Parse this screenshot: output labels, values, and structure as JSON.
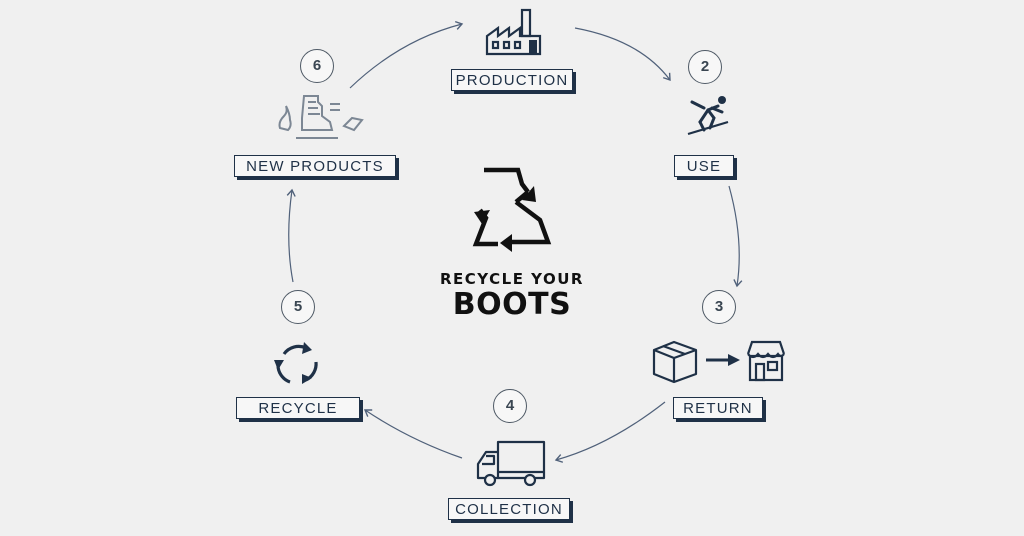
{
  "brand": {
    "line1": "RECYCLE YOUR",
    "line2": "BOOTS"
  },
  "colors": {
    "ink": "#1f3147",
    "background": "#f0f0f0",
    "logo": "#111111"
  },
  "steps": [
    {
      "label": "PRODUCTION",
      "number": "",
      "icon": "factory-icon"
    },
    {
      "label": "USE",
      "number": "2",
      "icon": "skier-icon"
    },
    {
      "label": "RETURN",
      "number": "3",
      "icon": "box-to-store-icon"
    },
    {
      "label": "COLLECTION",
      "number": "4",
      "icon": "truck-icon"
    },
    {
      "label": "RECYCLE",
      "number": "5",
      "icon": "recycle-arrows-icon"
    },
    {
      "label": "NEW PRODUCTS",
      "number": "6",
      "icon": "new-products-icon"
    }
  ]
}
